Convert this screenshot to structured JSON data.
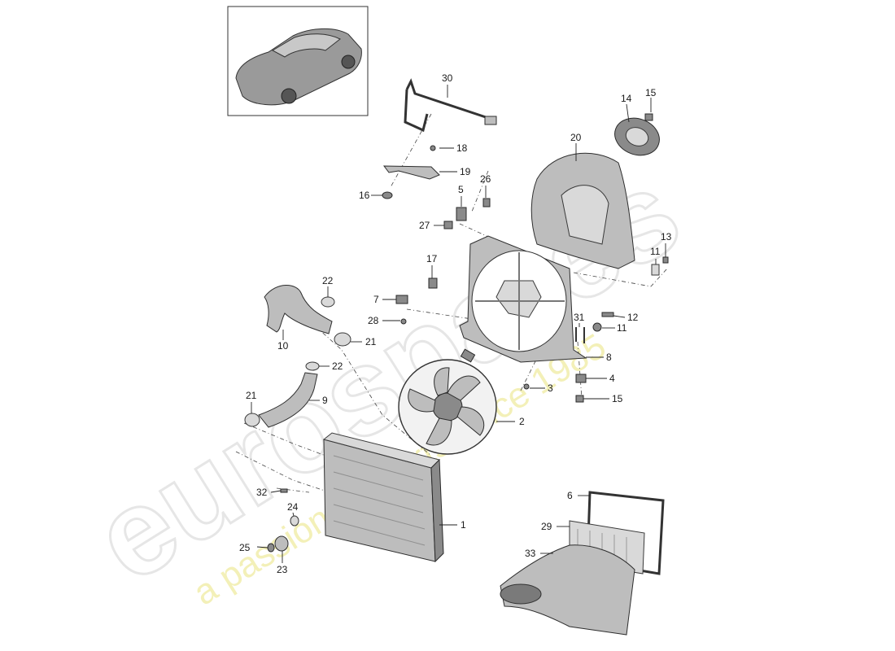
{
  "watermark": {
    "brand_text": "eurospares",
    "tagline_text": "a passion for parts since 1985"
  },
  "colors": {
    "part_fill": "#bdbdbd",
    "line": "#222222",
    "watermark_gray": "#e6e6e6",
    "watermark_yellow": "#f3f0b8"
  },
  "callouts": {
    "c1": "1",
    "c2": "2",
    "c3": "3",
    "c4": "4",
    "c5": "5",
    "c6": "6",
    "c7": "7",
    "c8": "8",
    "c9": "9",
    "c10": "10",
    "c11a": "11",
    "c11b": "11",
    "c12": "12",
    "c13": "13",
    "c14": "14",
    "c15a": "15",
    "c15b": "15",
    "c16": "16",
    "c17": "17",
    "c18": "18",
    "c19": "19",
    "c20": "20",
    "c21a": "21",
    "c21b": "21",
    "c22a": "22",
    "c22b": "22",
    "c23": "23",
    "c24": "24",
    "c25": "25",
    "c26": "26",
    "c27": "27",
    "c28": "28",
    "c29": "29",
    "c30": "30",
    "c31": "31",
    "c32": "32",
    "c33": "33"
  }
}
